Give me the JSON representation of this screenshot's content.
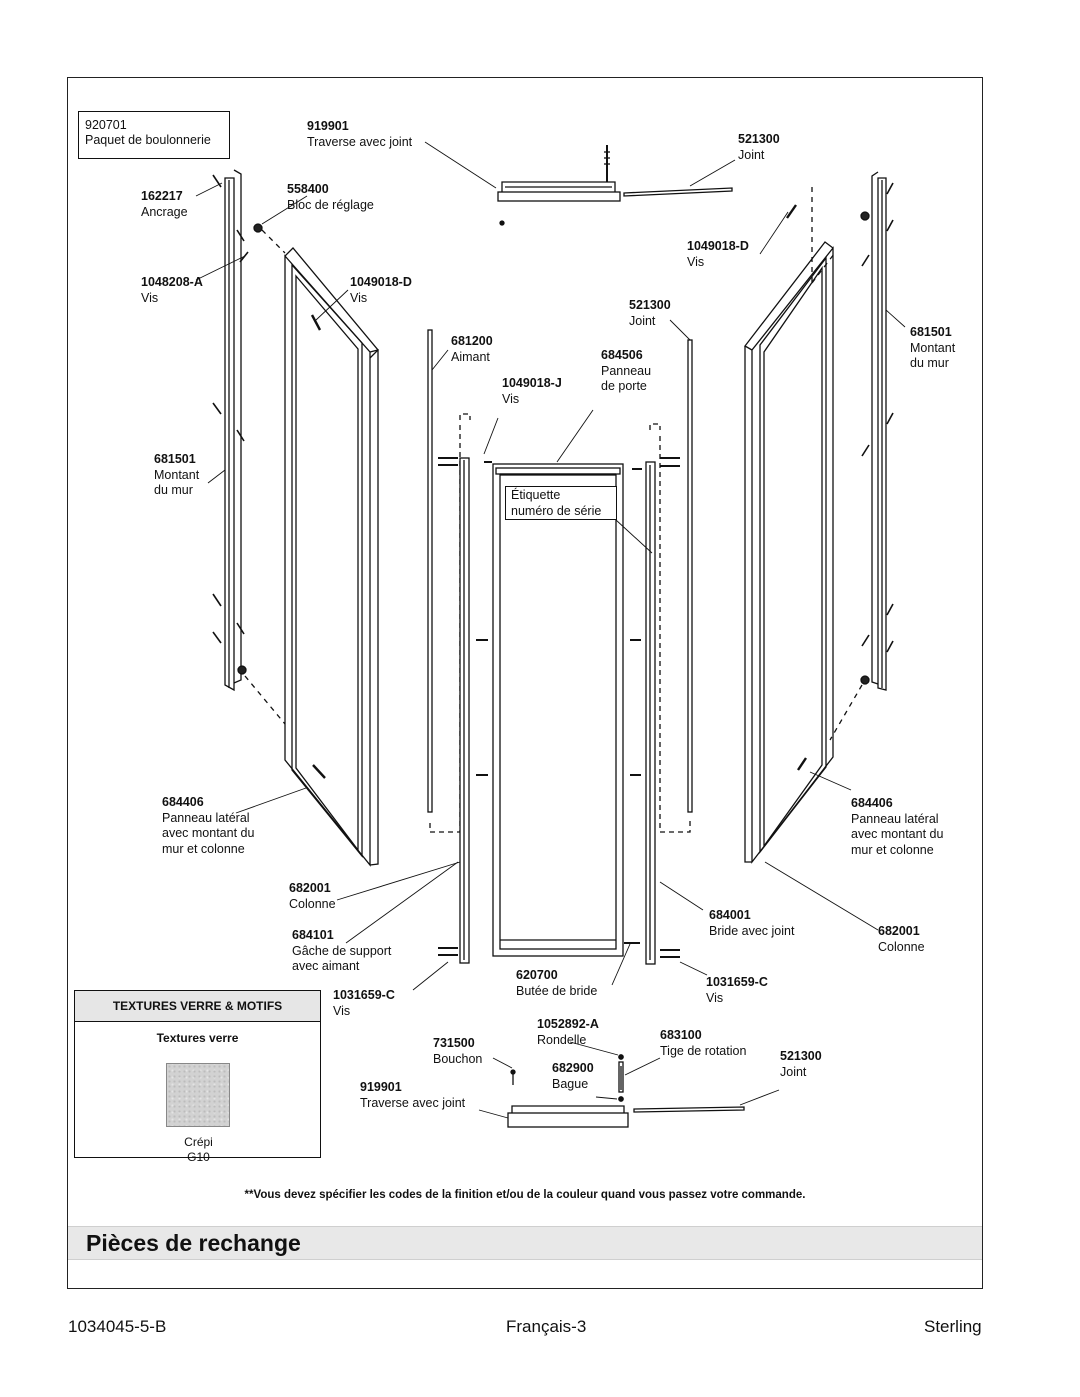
{
  "hardware_pack": {
    "num": "920701",
    "desc": "Paquet de boulonnerie"
  },
  "labels": {
    "p919901_top": {
      "num": "919901",
      "desc": "Traverse avec joint"
    },
    "p521300_top": {
      "num": "521300",
      "desc": "Joint"
    },
    "p162217": {
      "num": "162217",
      "desc": "Ancrage"
    },
    "p558400": {
      "num": "558400",
      "desc": "Bloc de réglage"
    },
    "p1049018d_right": {
      "num": "1049018-D",
      "desc": "Vis"
    },
    "p1048208a": {
      "num": "1048208-A",
      "desc": "Vis"
    },
    "p1049018d_left": {
      "num": "1049018-D",
      "desc": "Vis"
    },
    "p521300_mid": {
      "num": "521300",
      "desc": "Joint"
    },
    "p681501_right": {
      "num": "681501",
      "desc1": "Montant",
      "desc2": "du mur"
    },
    "p681200": {
      "num": "681200",
      "desc": "Aimant"
    },
    "p684506": {
      "num": "684506",
      "desc1": "Panneau",
      "desc2": "de porte"
    },
    "p1049018j": {
      "num": "1049018-J",
      "desc": "Vis"
    },
    "p681501_left": {
      "num": "681501",
      "desc1": "Montant",
      "desc2": "du mur"
    },
    "p684406_left": {
      "num": "684406",
      "desc1": "Panneau latéral",
      "desc2": "avec montant du",
      "desc3": "mur et colonne"
    },
    "p684406_right": {
      "num": "684406",
      "desc1": "Panneau latéral",
      "desc2": "avec montant du",
      "desc3": "mur et colonne"
    },
    "p682001_left": {
      "num": "682001",
      "desc": "Colonne"
    },
    "p684001": {
      "num": "684001",
      "desc": "Bride avec joint"
    },
    "p682001_right": {
      "num": "682001",
      "desc": "Colonne"
    },
    "p684101": {
      "num": "684101",
      "desc1": "Gâche de support",
      "desc2": "avec aimant"
    },
    "p620700": {
      "num": "620700",
      "desc": "Butée de bride"
    },
    "p1031659c_left": {
      "num": "1031659-C",
      "desc": "Vis"
    },
    "p1031659c_right": {
      "num": "1031659-C",
      "desc": "Vis"
    },
    "p1052892a": {
      "num": "1052892-A",
      "desc": "Rondelle"
    },
    "p731500": {
      "num": "731500",
      "desc": "Bouchon"
    },
    "p683100": {
      "num": "683100",
      "desc": "Tige de rotation"
    },
    "p682900": {
      "num": "682900",
      "desc": "Bague"
    },
    "p521300_bottom": {
      "num": "521300",
      "desc": "Joint"
    },
    "p919901_bottom": {
      "num": "919901",
      "desc": "Traverse avec joint"
    }
  },
  "serial_label": {
    "line1": "Étiquette",
    "line2": "numéro de série"
  },
  "textures": {
    "heading": "TEXTURES VERRE & MOTIFS",
    "subheading": "Textures verre",
    "swatch_name": "Crépi",
    "swatch_code": "G10"
  },
  "note": "**Vous devez spécifier les codes de la finition et/ou de la couleur quand vous passez votre commande.",
  "title": "Pièces de rechange",
  "footer": {
    "left": "1034045-5-B",
    "center": "Français-3",
    "right": "Sterling"
  }
}
